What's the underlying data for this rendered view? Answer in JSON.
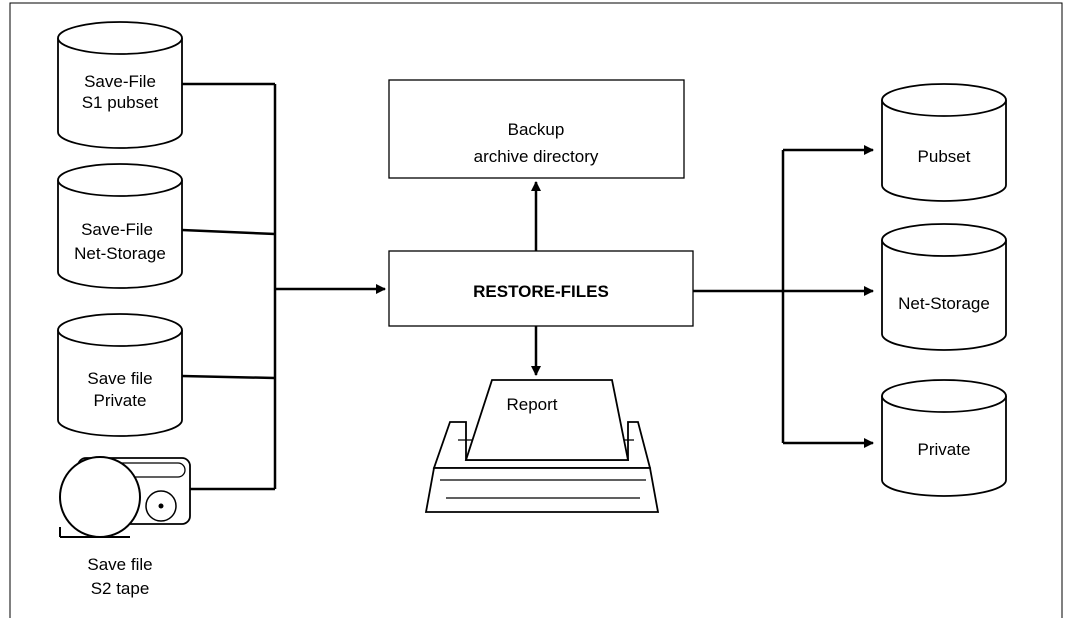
{
  "sources": {
    "s1_pubset": {
      "line1": "Save-File",
      "line2": "S1 pubset"
    },
    "net_storage": {
      "line1": "Save-File",
      "line2": "Net-Storage"
    },
    "private": {
      "line1": "Save file",
      "line2": "Private"
    },
    "tape": {
      "line1": "Save file",
      "line2": "S2 tape"
    }
  },
  "process": {
    "label": "RESTORE-FILES"
  },
  "directory": {
    "line1": "Backup",
    "line2": "archive directory"
  },
  "report": {
    "label": "Report"
  },
  "targets": {
    "pubset": {
      "label": "Pubset"
    },
    "net_storage": {
      "label": "Net-Storage"
    },
    "private": {
      "label": "Private"
    }
  }
}
